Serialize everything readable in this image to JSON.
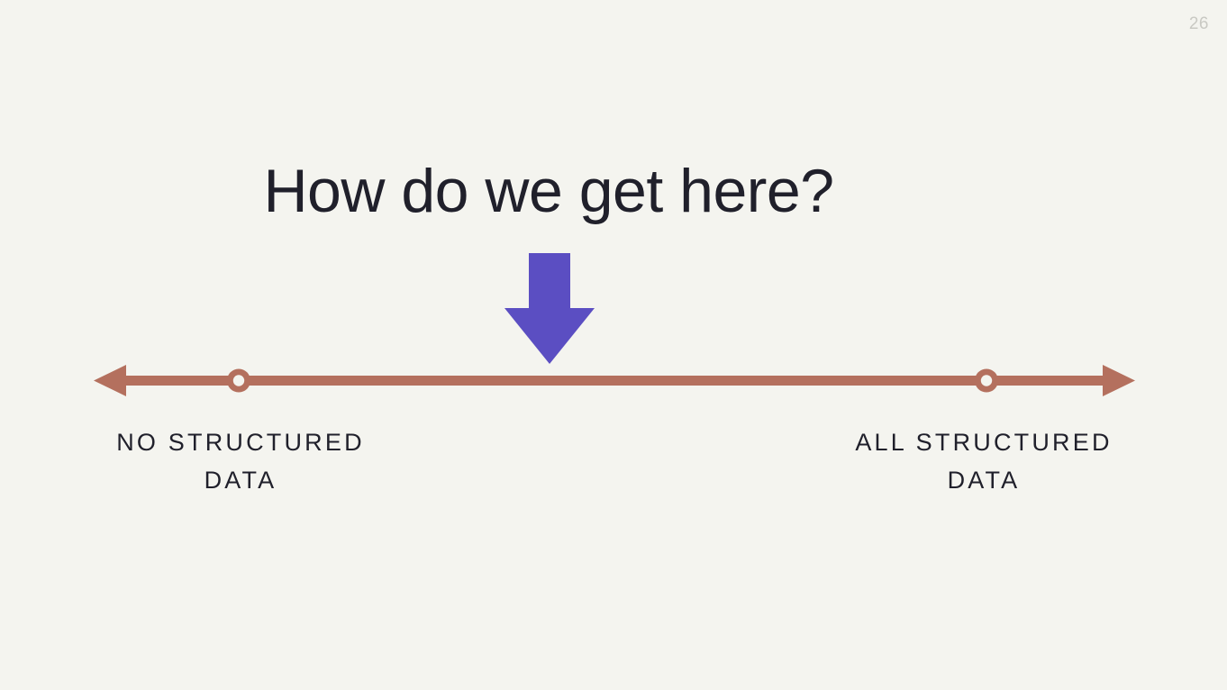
{
  "slide": {
    "page_number": "26",
    "title": "How do we get here?",
    "background_color": "#f4f4ef",
    "title_color": "#20202b",
    "page_number_color": "#c9c9c3"
  },
  "arrow": {
    "name": "down-arrow",
    "color": "#5b4ec2",
    "direction": "down"
  },
  "spectrum": {
    "line_color": "#b4705e",
    "marker_fill": "#f4f4ef",
    "left_arrowhead": "left",
    "right_arrowhead": "right",
    "markers": [
      {
        "label": "left-marker",
        "position_pct": 14.4
      },
      {
        "label": "right-marker",
        "position_pct": 85.2
      }
    ],
    "labels": {
      "left": "NO STRUCTURED\nDATA",
      "right": "ALL STRUCTURED\nDATA"
    }
  }
}
